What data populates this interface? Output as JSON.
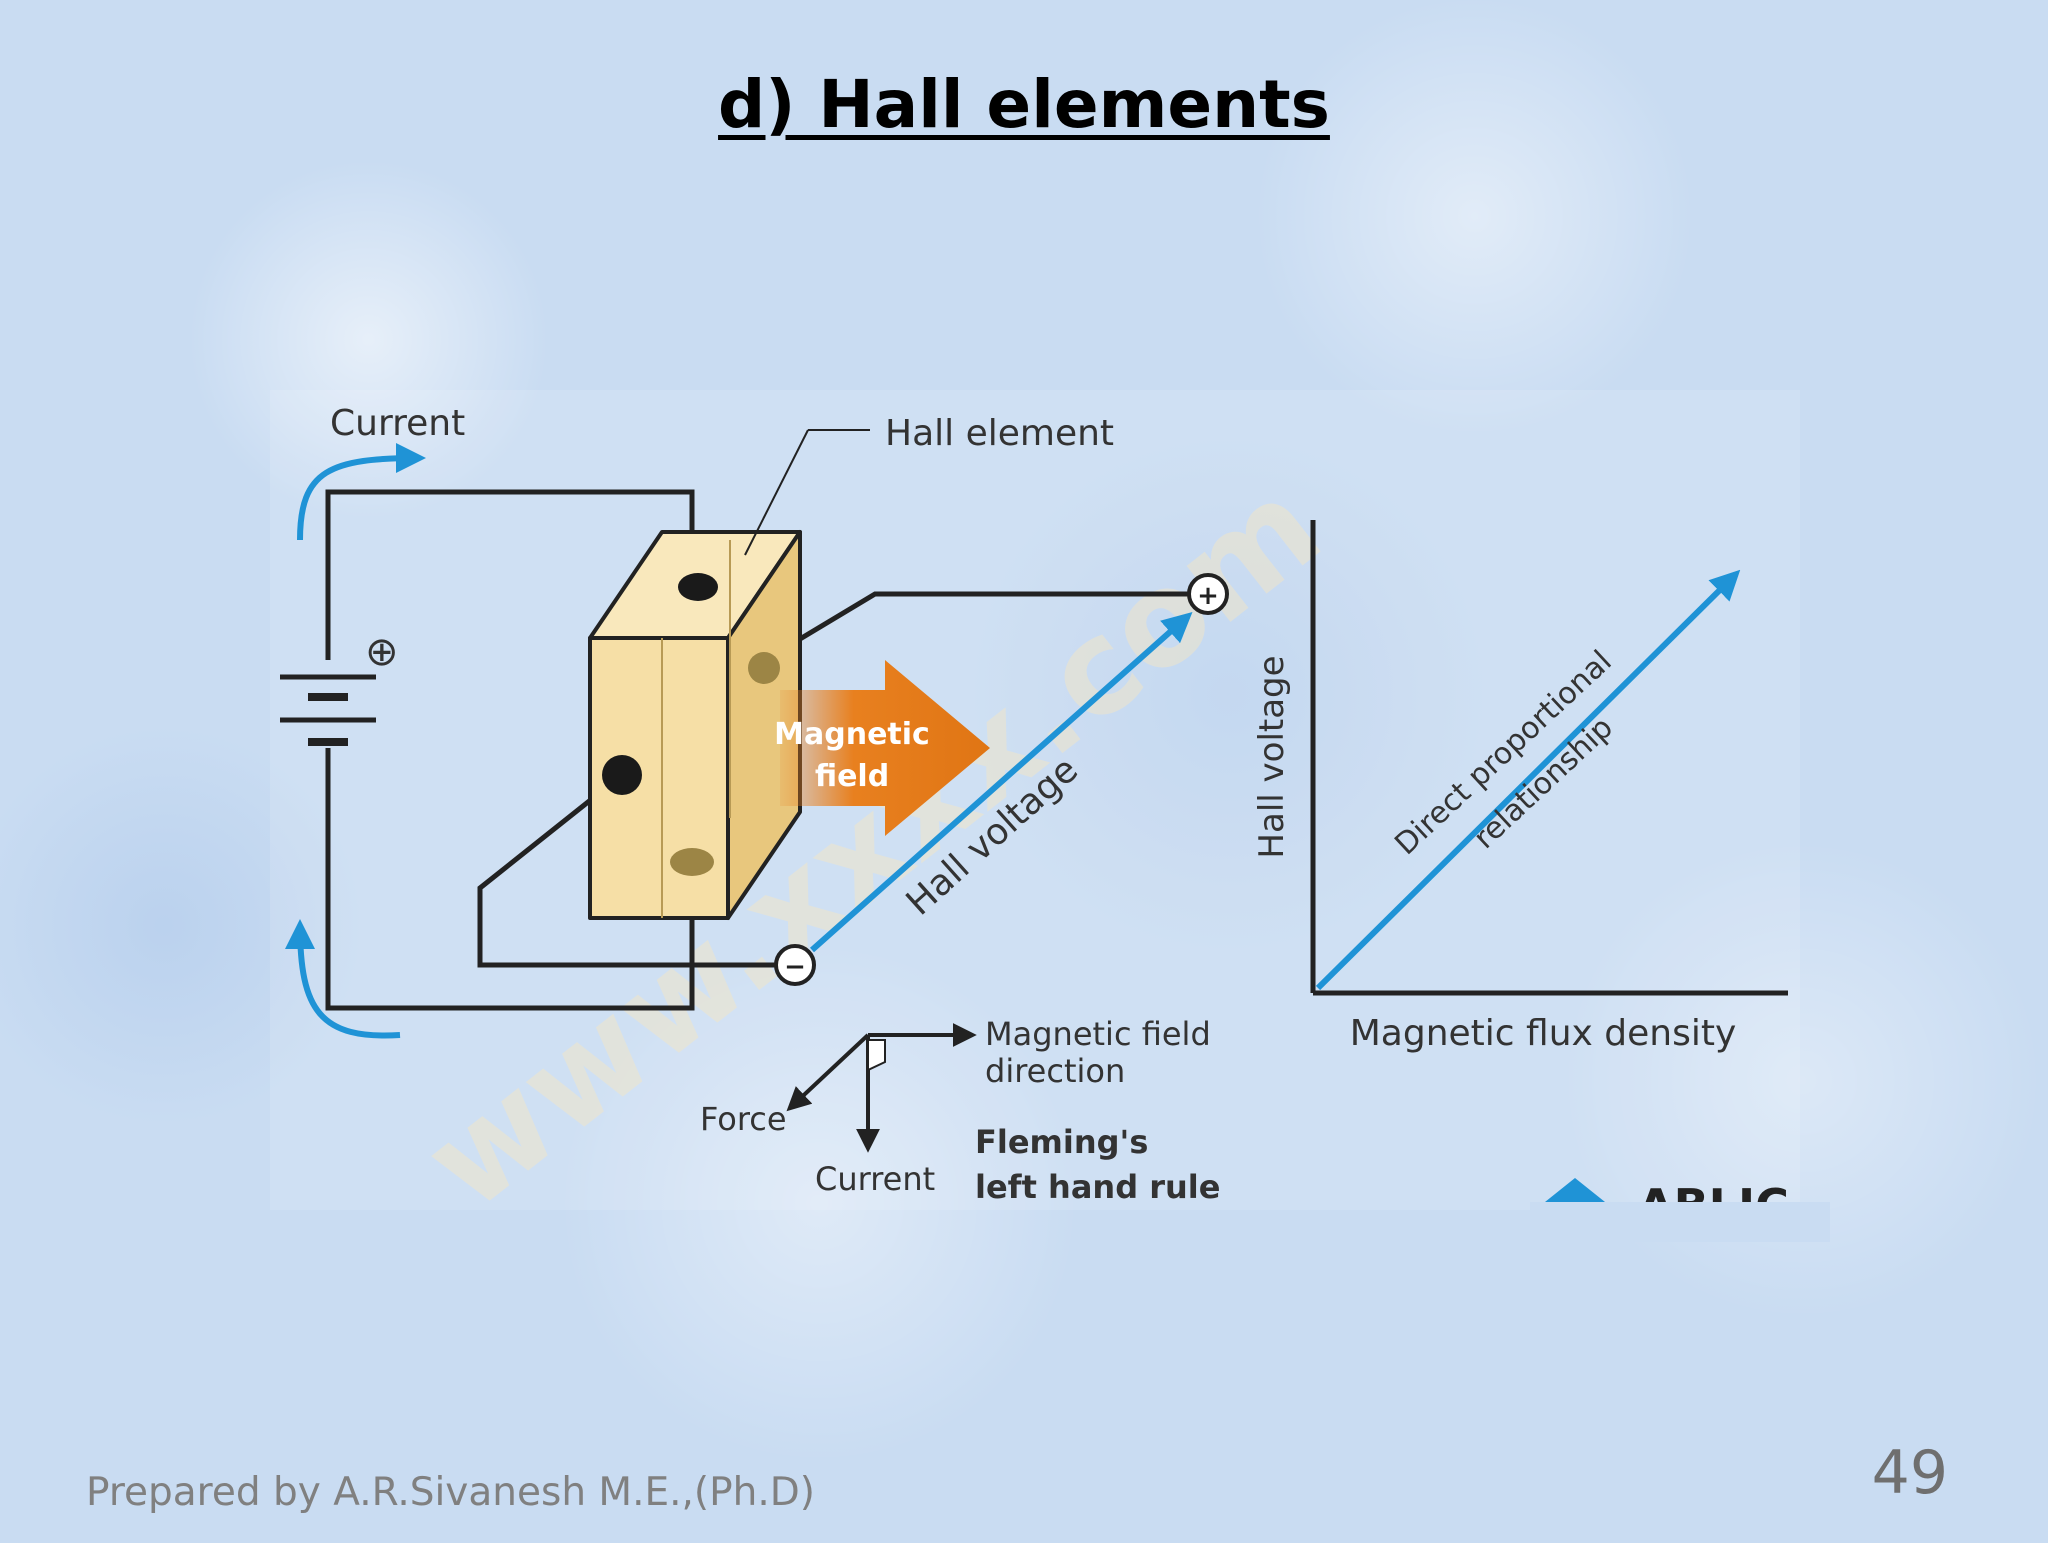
{
  "slide": {
    "title": "d) Hall elements",
    "footer": "Prepared by A.R.Sivanesh M.E.,(Ph.D)",
    "page_number": "49"
  },
  "diagram": {
    "labels": {
      "current_top": "Current",
      "hall_element": "Hall element",
      "magnetic_field_line1": "Magnetic",
      "magnetic_field_line2": "field",
      "hall_voltage": "Hall voltage",
      "battery_plus": "⊕",
      "terminal_plus": "+",
      "terminal_minus": "−"
    },
    "fleming": {
      "field_line1": "Magnetic field",
      "field_line2": "direction",
      "force": "Force",
      "current": "Current",
      "rule_line1": "Fleming's",
      "rule_line2": "left hand rule"
    },
    "graph": {
      "y_label": "Hall voltage",
      "x_label": "Magnetic flux density",
      "line_label1": "Direct proportional",
      "line_label2": "relationship"
    },
    "watermark": "www.xxxx.com",
    "logo_text": "ABLIC"
  },
  "colors": {
    "background": "#c9dcf2",
    "element_face": "#f6dfa6",
    "element_side": "#e8c77d",
    "magnet_arrow": "#e8801f",
    "blue_line": "#1f93d6",
    "wire": "#222222",
    "label_text": "#333333"
  }
}
